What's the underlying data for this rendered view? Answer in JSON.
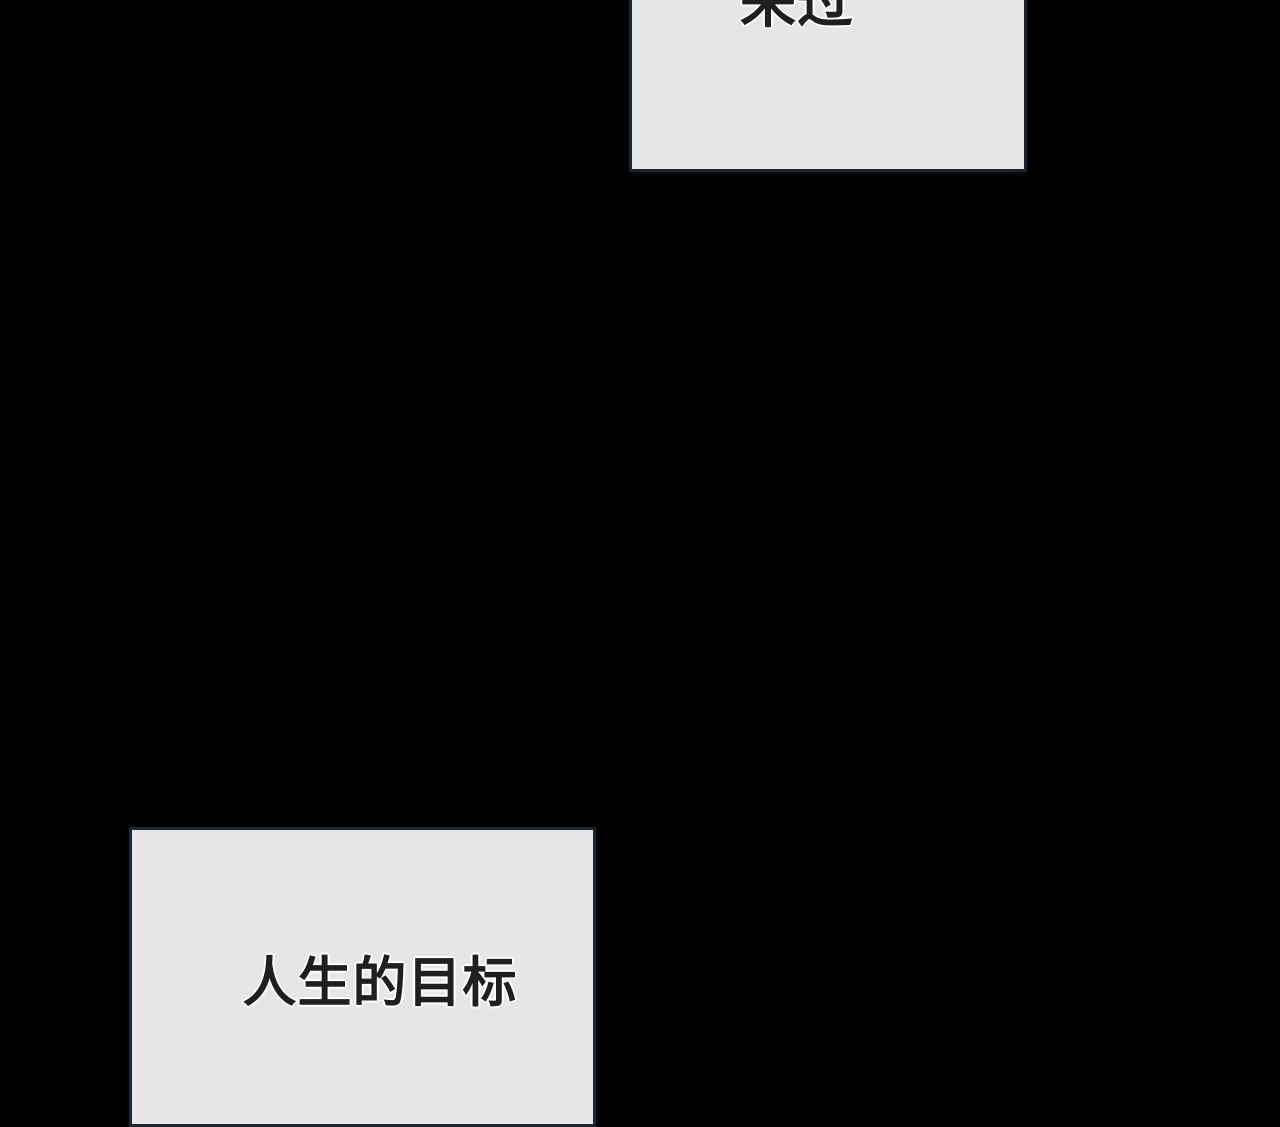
{
  "page": {
    "background_color": "#000000",
    "description": "black comic panel gutter with two partially clipped caption boxes"
  },
  "caption_boxes": {
    "top": {
      "text": "来过",
      "fill_color": "#e6e6e6",
      "border_color": "#1c2630",
      "text_color": "#1f1f1f",
      "clipped": "top edge of screen"
    },
    "bottom": {
      "text": "人生的目标",
      "fill_color": "#e6e6e6",
      "border_color": "#1c2630",
      "text_color": "#1f1f1f",
      "clipped": "bottom edge of screen"
    }
  }
}
